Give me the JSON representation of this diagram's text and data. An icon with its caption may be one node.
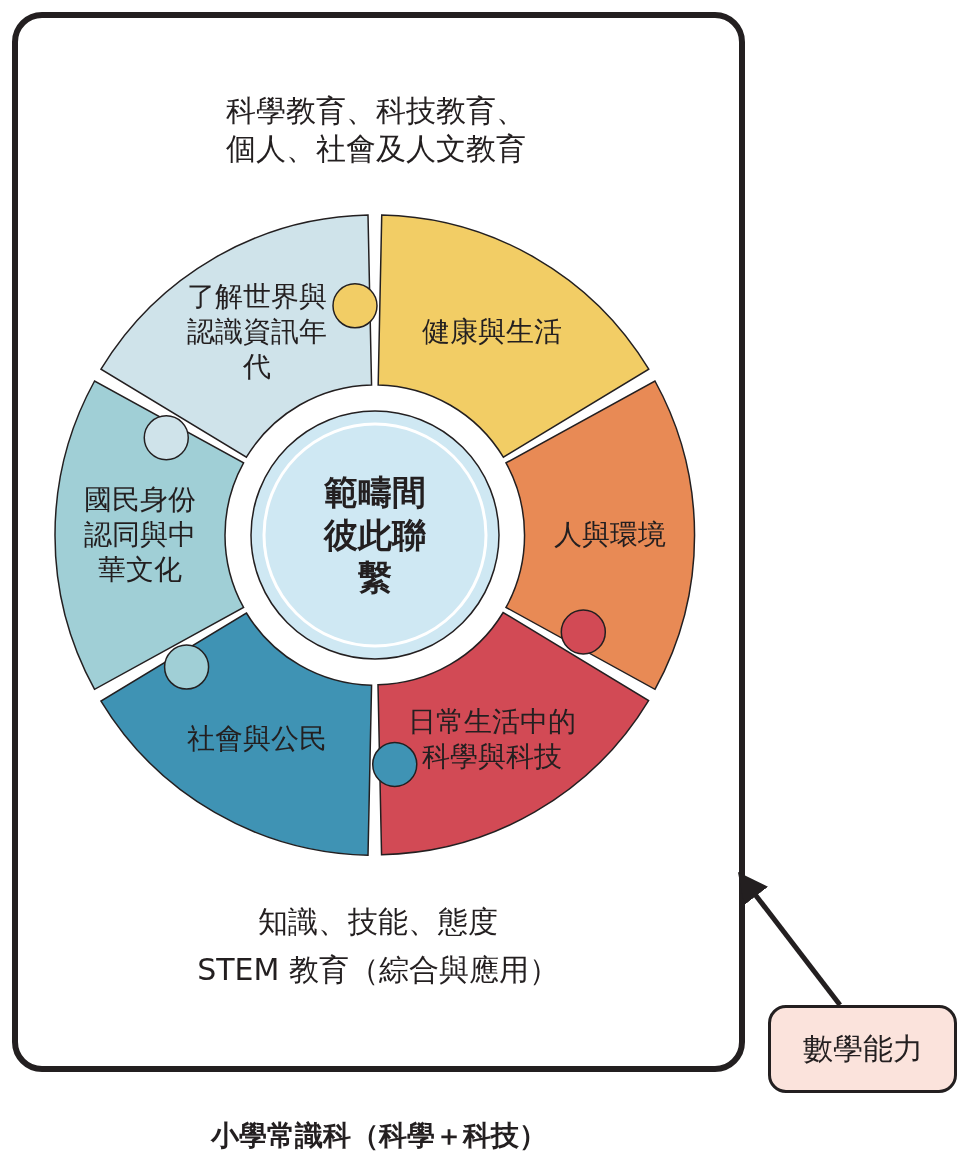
{
  "diagram": {
    "caption": "小學常識科（科學＋科技）",
    "nodes": [
      {
        "text": [
          "科學教育、科技教育、個人、社會及人文教育",
          "知識、技能、態度",
          "STEM 教育（綜合與應用）"
        ]
      },
      {
        "text": [
          "了解世界與認識資訊年代"
        ],
        "in": 0
      },
      {
        "text": [
          "健康與生活"
        ],
        "in": 0
      },
      {
        "text": [
          "國民身份認同與中華文化"
        ],
        "in": 0
      },
      {
        "text": [
          "人與環境"
        ],
        "in": 0
      },
      {
        "text": [
          "社會與公民"
        ],
        "in": 0
      },
      {
        "text": [
          "日常生活中的科學與科技"
        ],
        "in": 0
      },
      {
        "text": [
          "範疇間彼此聯繫"
        ],
        "in": 0
      },
      {
        "text": [
          "數學能力"
        ]
      }
    ],
    "edges": [
      {
        "from": 8,
        "to": 0,
        "arrow": "to"
      }
    ]
  }
}
